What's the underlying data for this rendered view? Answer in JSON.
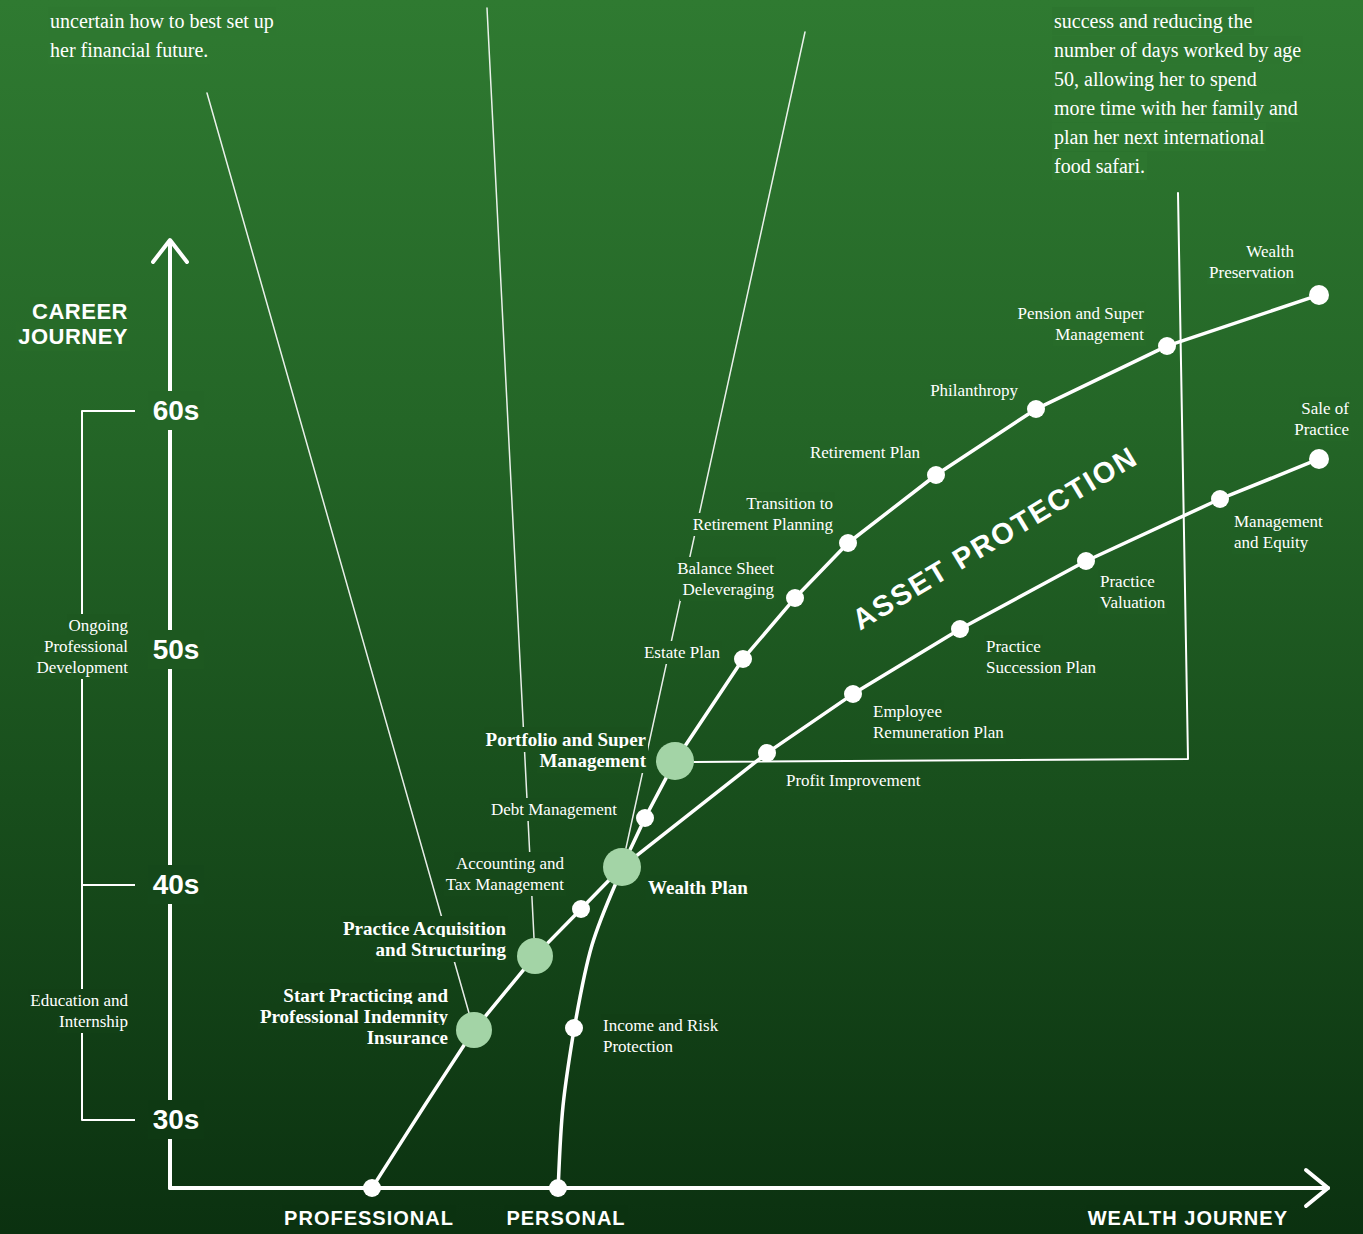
{
  "diagram": {
    "nodes": [
      {
        "text": [
          "PROFESSIONAL"
        ]
      },
      {
        "text": [
          "Start Practicing and Professional Indemnity Insurance"
        ]
      },
      {
        "text": [
          "Practice Acquisition and Structuring"
        ]
      },
      {
        "text": [
          "Accounting and Tax Management"
        ]
      },
      {
        "text": [
          "Wealth Plan"
        ]
      },
      {
        "text": [
          "Profit Improvement"
        ]
      },
      {
        "text": [
          "Employee Remuneration Plan"
        ]
      },
      {
        "text": [
          "Practice Succession Plan"
        ]
      },
      {
        "text": [
          "Practice Valuation"
        ]
      },
      {
        "text": [
          "Management and Equity"
        ]
      },
      {
        "text": [
          "Sale of Practice"
        ]
      },
      {
        "text": [
          "PERSONAL"
        ]
      },
      {
        "text": [
          "Income and Risk Protection"
        ]
      },
      {
        "text": [
          "Debt Management"
        ]
      },
      {
        "text": [
          "Portfolio and Super Management"
        ]
      },
      {
        "text": [
          "Estate Plan"
        ]
      },
      {
        "text": [
          "Balance Sheet Deleveraging"
        ]
      },
      {
        "text": [
          "Transition to Retirement Planning"
        ]
      },
      {
        "text": [
          "Retirement Plan"
        ]
      },
      {
        "text": [
          "Philanthropy"
        ]
      },
      {
        "text": [
          "Pension and Super Management"
        ]
      },
      {
        "text": [
          "Wealth Preservation"
        ]
      }
    ],
    "edges": [
      {
        "from": 0,
        "to": 1,
        "arrow": "none"
      },
      {
        "from": 1,
        "to": 2,
        "arrow": "none"
      },
      {
        "from": 2,
        "to": 3,
        "arrow": "none"
      },
      {
        "from": 3,
        "to": 4,
        "arrow": "none"
      },
      {
        "from": 4,
        "to": 5,
        "arrow": "none"
      },
      {
        "from": 5,
        "to": 6,
        "arrow": "none"
      },
      {
        "from": 6,
        "to": 7,
        "arrow": "none"
      },
      {
        "from": 7,
        "to": 8,
        "arrow": "none"
      },
      {
        "from": 8,
        "to": 9,
        "arrow": "none"
      },
      {
        "from": 9,
        "to": 10,
        "arrow": "none"
      },
      {
        "from": 11,
        "to": 12,
        "arrow": "none"
      },
      {
        "from": 12,
        "to": 4,
        "arrow": "none"
      },
      {
        "from": 4,
        "to": 13,
        "arrow": "none"
      },
      {
        "from": 13,
        "to": 14,
        "arrow": "none"
      },
      {
        "from": 14,
        "to": 15,
        "arrow": "none"
      },
      {
        "from": 15,
        "to": 16,
        "arrow": "none"
      },
      {
        "from": 16,
        "to": 17,
        "arrow": "none"
      },
      {
        "from": 17,
        "to": 18,
        "arrow": "none"
      },
      {
        "from": 18,
        "to": 19,
        "arrow": "none"
      },
      {
        "from": 19,
        "to": 20,
        "arrow": "none"
      },
      {
        "from": 20,
        "to": 21,
        "arrow": "none"
      }
    ],
    "labels": [
      "uncertain how to best set up her financial future.",
      "success and reducing the number of days worked by age 50, allowing her to spend more time with her family and plan her next international food safari.",
      "CAREER JOURNEY",
      "60s",
      "50s",
      "40s",
      "30s",
      "Ongoing Professional Development",
      "Education and Internship",
      "ASSET PROTECTION",
      "WEALTH JOURNEY"
    ]
  }
}
